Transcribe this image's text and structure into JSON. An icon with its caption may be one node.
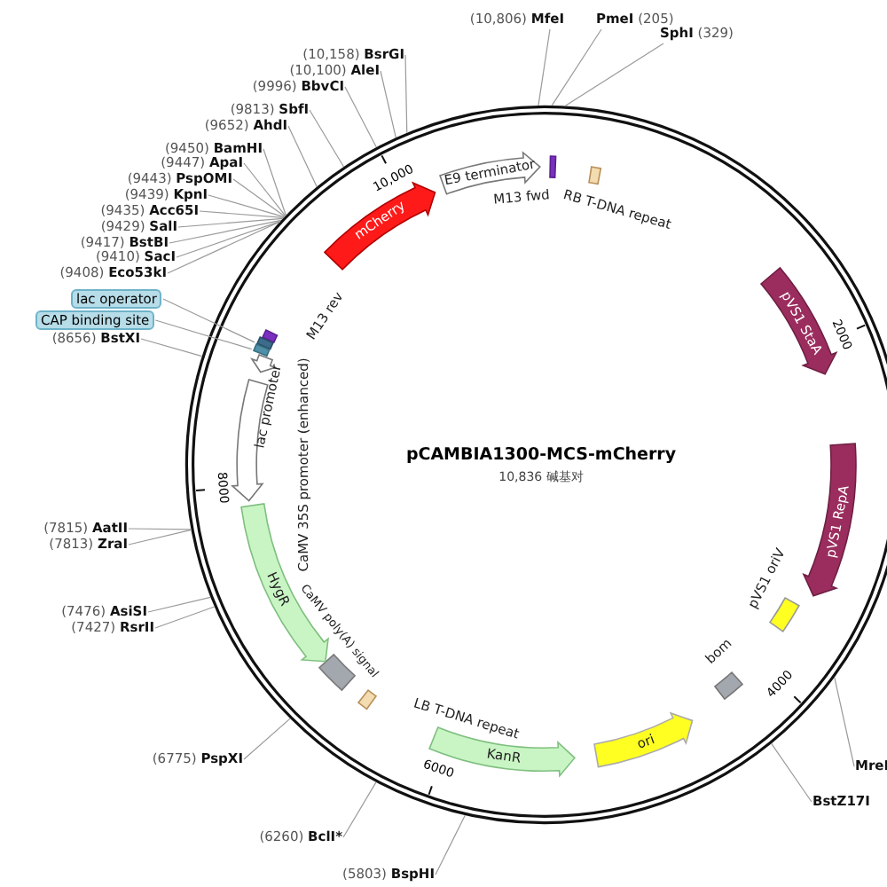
{
  "diagram": {
    "title": "pCAMBIA1300-MCS-mCherry",
    "nodes": [
      {
        "text": [
          "(10,158)",
          "BsrGI"
        ]
      },
      {
        "text": [
          "(10,100)",
          "AleI"
        ]
      },
      {
        "text": [
          "(9996)",
          "BbvCI"
        ]
      },
      {
        "text": [
          "(9813)",
          "SbfI"
        ]
      },
      {
        "text": [
          "(9652)",
          "AhdI"
        ]
      },
      {
        "text": [
          "(9450)",
          "BamHI"
        ]
      },
      {
        "text": [
          "(9447)",
          "ApaI"
        ]
      },
      {
        "text": [
          "(9443)",
          "PspOMI"
        ]
      },
      {
        "text": [
          "(9439)",
          "KpnI"
        ]
      },
      {
        "text": [
          "(9435)",
          "Acc65I"
        ]
      },
      {
        "text": [
          "(9429)",
          "SalI"
        ]
      },
      {
        "text": [
          "(9417)",
          "BstBI"
        ]
      },
      {
        "text": [
          "(9410)",
          "SacI"
        ]
      },
      {
        "text": [
          "(9408)",
          "Eco53kI"
        ]
      },
      {
        "text": [
          "lac operator"
        ]
      },
      {
        "text": [
          "CAP binding site"
        ]
      },
      {
        "text": [
          "(8656)",
          "BstXI"
        ]
      },
      {
        "text": [
          "(7815)",
          "AatII"
        ]
      },
      {
        "text": [
          "(7813)",
          "ZraI"
        ]
      },
      {
        "text": [
          "(7476)",
          "AsiSI"
        ]
      },
      {
        "text": [
          "(7427)",
          "RsrII"
        ]
      },
      {
        "text": [
          "(6775)",
          "PspXI"
        ]
      },
      {
        "text": [
          "(6260)",
          "BclI*"
        ]
      },
      {
        "text": [
          "(5803)",
          "BspHI"
        ]
      },
      {
        "text": [
          "BstZ17I"
        ]
      },
      {
        "text": [
          "MreI"
        ]
      },
      {
        "text": [
          "(10,806)",
          "MfeI"
        ]
      },
      {
        "text": [
          "PmeI",
          "(205)"
        ]
      },
      {
        "text": [
          "SphI",
          "(329)"
        ]
      },
      {
        "text": [
          "mCherry"
        ]
      },
      {
        "text": [
          "E9 terminator"
        ]
      },
      {
        "text": [
          "M13 fwd"
        ]
      },
      {
        "text": [
          "RB T-DNA repeat"
        ]
      },
      {
        "text": [
          "pVS1 StaA"
        ]
      },
      {
        "text": [
          "pVS1 RepA"
        ]
      },
      {
        "text": [
          "pVS1 oriV"
        ]
      },
      {
        "text": [
          "bom"
        ]
      },
      {
        "text": [
          "ori"
        ]
      },
      {
        "text": [
          "KanR"
        ]
      },
      {
        "text": [
          "LB T-DNA repeat"
        ]
      },
      {
        "text": [
          "CaMV poly(A) signal"
        ]
      },
      {
        "text": [
          "HygR"
        ]
      },
      {
        "text": [
          "CaMV 35S promoter (enhanced)"
        ]
      },
      {
        "text": [
          "lac promoter"
        ]
      },
      {
        "text": [
          "M13 rev"
        ]
      },
      {
        "text": [],
        "shape": "box"
      },
      {
        "text": [],
        "shape": "box"
      }
    ],
    "edges": [
      {
        "from": 0,
        "to": null,
        "arrow": "none"
      },
      {
        "from": 1,
        "to": null,
        "arrow": "none"
      },
      {
        "from": 2,
        "to": null,
        "arrow": "none"
      },
      {
        "from": 3,
        "to": null,
        "arrow": "none"
      },
      {
        "from": 4,
        "to": null,
        "arrow": "none"
      },
      {
        "from": 5,
        "to": null,
        "arrow": "none"
      },
      {
        "from": 6,
        "to": null,
        "arrow": "none"
      },
      {
        "from": 7,
        "to": null,
        "arrow": "none"
      },
      {
        "from": 8,
        "to": null,
        "arrow": "none"
      },
      {
        "from": 9,
        "to": null,
        "arrow": "none"
      },
      {
        "from": 10,
        "to": null,
        "arrow": "none"
      },
      {
        "from": 11,
        "to": null,
        "arrow": "none"
      },
      {
        "from": 12,
        "to": null,
        "arrow": "none"
      },
      {
        "from": 13,
        "to": null,
        "arrow": "none"
      },
      {
        "from": 14,
        "to": 45,
        "arrow": "none"
      },
      {
        "from": 15,
        "to": 46,
        "arrow": "none"
      },
      {
        "from": 16,
        "to": null,
        "arrow": "none"
      },
      {
        "from": 17,
        "to": null,
        "arrow": "none"
      },
      {
        "from": 18,
        "to": null,
        "arrow": "none"
      },
      {
        "from": 19,
        "to": null,
        "arrow": "none"
      },
      {
        "from": 20,
        "to": null,
        "arrow": "none"
      },
      {
        "from": 21,
        "to": null,
        "arrow": "none"
      },
      {
        "from": 22,
        "to": null,
        "arrow": "none"
      },
      {
        "from": 23,
        "to": null,
        "arrow": "none"
      },
      {
        "from": 24,
        "to": null,
        "arrow": "none"
      },
      {
        "from": 25,
        "to": null,
        "arrow": "none"
      },
      {
        "from": 26,
        "to": null,
        "arrow": "none"
      },
      {
        "from": 27,
        "to": null,
        "arrow": "none"
      },
      {
        "from": 28,
        "to": null,
        "arrow": "none"
      }
    ],
    "labels": [
      "10,000",
      "2000",
      "4000",
      "6000",
      "8000",
      "10,836 碱基对"
    ]
  }
}
